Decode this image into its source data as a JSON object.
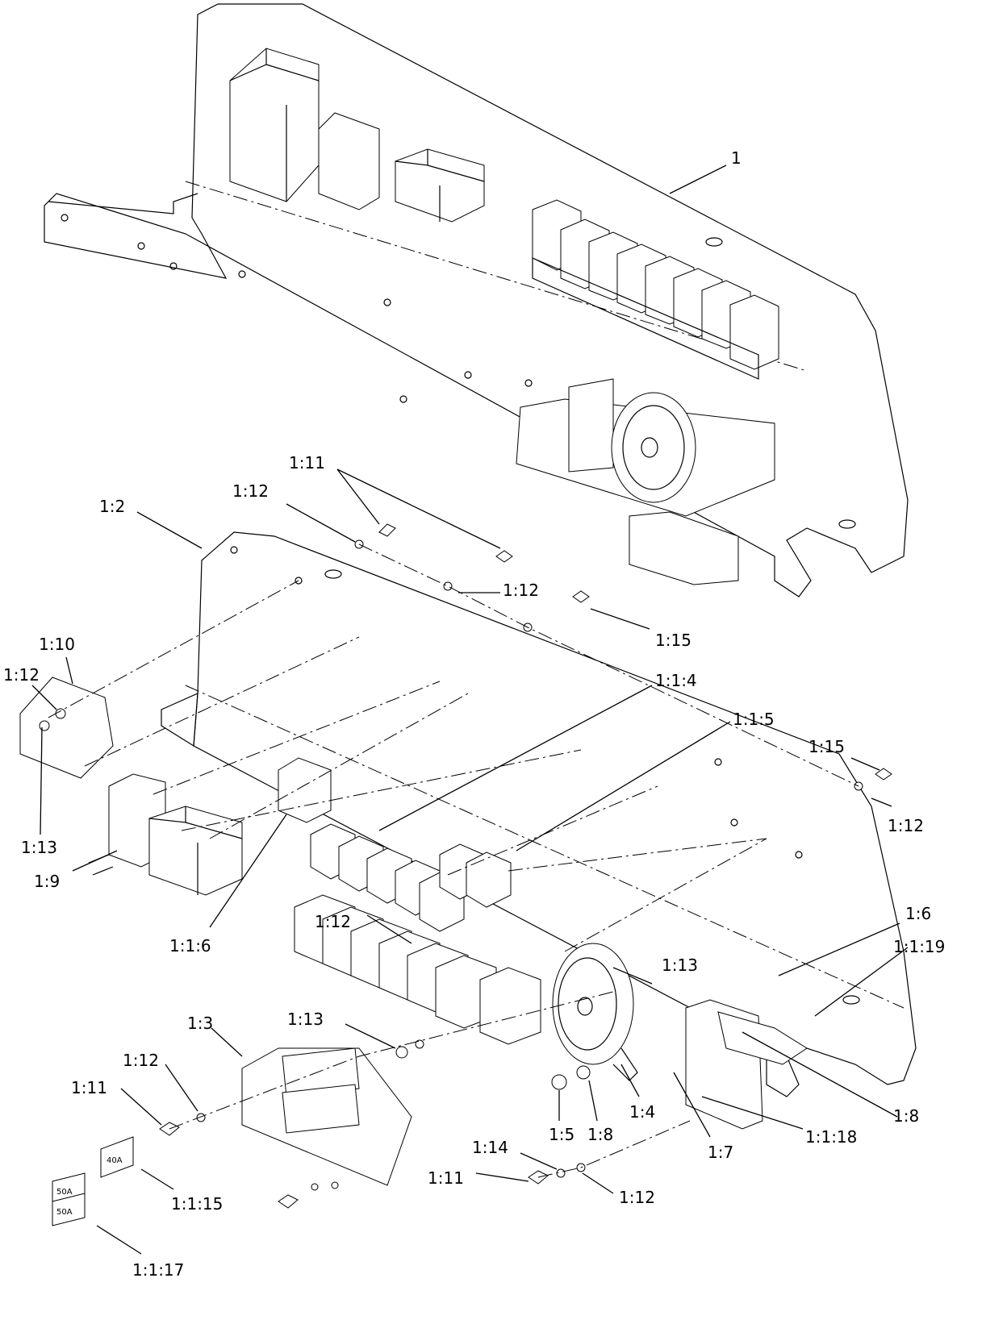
{
  "diagram": {
    "callouts": [
      {
        "id": "c-1",
        "text": "1"
      },
      {
        "id": "c-1-11-top",
        "text": "1:11"
      },
      {
        "id": "c-1-12-a",
        "text": "1:12"
      },
      {
        "id": "c-1-2",
        "text": "1:2"
      },
      {
        "id": "c-1-12-b",
        "text": "1:12"
      },
      {
        "id": "c-1-15-a",
        "text": "1:15"
      },
      {
        "id": "c-1-10",
        "text": "1:10"
      },
      {
        "id": "c-1-12-c",
        "text": "1:12"
      },
      {
        "id": "c-1-1-4",
        "text": "1:1:4"
      },
      {
        "id": "c-1-1-5",
        "text": "1:1:5"
      },
      {
        "id": "c-1-15-b",
        "text": "1:15"
      },
      {
        "id": "c-1-12-d",
        "text": "1:12"
      },
      {
        "id": "c-1-13-a",
        "text": "1:13"
      },
      {
        "id": "c-1-9",
        "text": "1:9"
      },
      {
        "id": "c-1-6",
        "text": "1:6"
      },
      {
        "id": "c-1-1-19",
        "text": "1:1:19"
      },
      {
        "id": "c-1-1-6",
        "text": "1:1:6"
      },
      {
        "id": "c-1-13-b",
        "text": "1:13"
      },
      {
        "id": "c-1-12-e",
        "text": "1:12"
      },
      {
        "id": "c-1-3",
        "text": "1:3"
      },
      {
        "id": "c-1-13-c",
        "text": "1:13"
      },
      {
        "id": "c-1-12-f",
        "text": "1:12"
      },
      {
        "id": "c-1-11-b",
        "text": "1:11"
      },
      {
        "id": "c-1-4",
        "text": "1:4"
      },
      {
        "id": "c-1-8-a",
        "text": "1:8"
      },
      {
        "id": "c-1-5",
        "text": "1:5"
      },
      {
        "id": "c-1-8-b",
        "text": "1:8"
      },
      {
        "id": "c-1-1-18",
        "text": "1:1:18"
      },
      {
        "id": "c-1-7",
        "text": "1:7"
      },
      {
        "id": "c-1-14",
        "text": "1:14"
      },
      {
        "id": "c-1-11-c",
        "text": "1:11"
      },
      {
        "id": "c-1-12-g",
        "text": "1:12"
      },
      {
        "id": "c-1-1-15",
        "text": "1:1:15"
      },
      {
        "id": "c-1-1-17",
        "text": "1:1:17"
      }
    ],
    "fuse_labels": {
      "fuse_40": "40A",
      "fuse_50_top": "50A",
      "fuse_50_bottom": "50A"
    }
  }
}
